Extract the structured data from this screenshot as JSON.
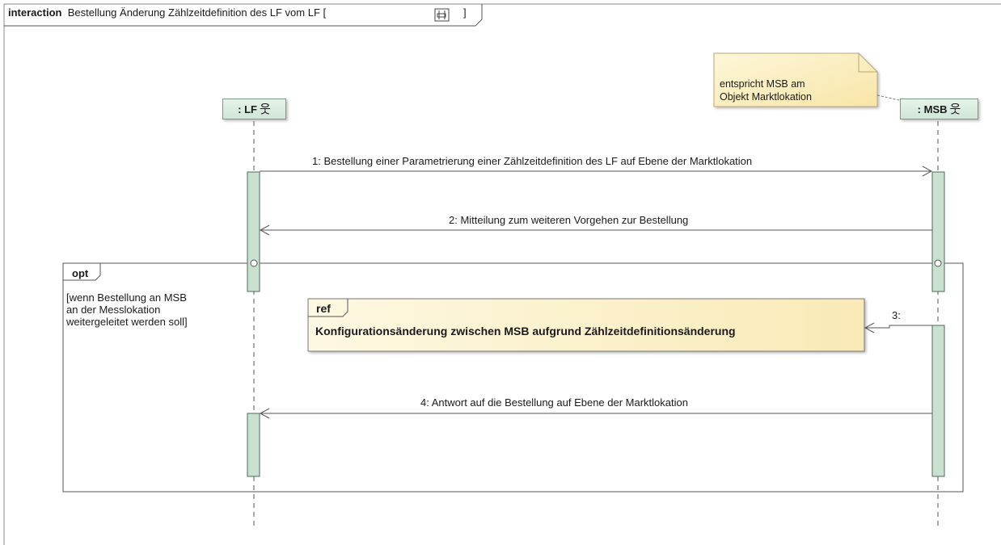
{
  "frame": {
    "keyword": "interaction",
    "title": "Bestellung Änderung Zählzeitdefinition des LF vom LF [",
    "title_end": "]",
    "icon": "diagram-icon"
  },
  "lifelines": [
    {
      "label": ": LF",
      "icon": "actor-icon"
    },
    {
      "label": ": MSB",
      "icon": "actor-icon"
    }
  ],
  "note": {
    "line1": "entspricht MSB am",
    "line2": "Objekt Marktlokation"
  },
  "messages": [
    {
      "label": "1: Bestellung einer Parametrierung einer Zählzeitdefinition des LF auf Ebene der Marktlokation"
    },
    {
      "label": "2: Mitteilung zum weiteren Vorgehen zur Bestellung"
    },
    {
      "label": "3:"
    },
    {
      "label": "4: Antwort auf die Bestellung auf Ebene der Marktlokation"
    }
  ],
  "fragment": {
    "operator": "opt",
    "guard_lines": [
      "[wenn Bestellung an MSB",
      "an der Messlokation",
      "weitergeleitet werden soll]"
    ]
  },
  "ref": {
    "operator": "ref",
    "text": "Konfigurationsänderung zwischen MSB aufgrund Zählzeitdefinitionsänderung"
  },
  "colors": {
    "lifeline_fill": "#cfe6d6",
    "activation_fill": "#c9e2d0",
    "note_fill": "#fdf1c4",
    "ref_fill": "#fcf2c8",
    "line": "#555555"
  }
}
